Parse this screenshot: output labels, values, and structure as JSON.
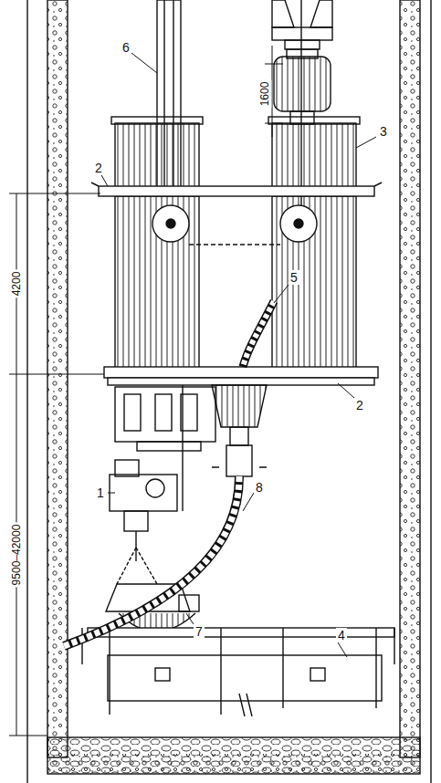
{
  "diagram": {
    "labels": [
      "1600",
      "6",
      "3",
      "2",
      "4200",
      "5",
      "2",
      "8",
      "1",
      "9500–42000",
      "7",
      "4"
    ]
  }
}
